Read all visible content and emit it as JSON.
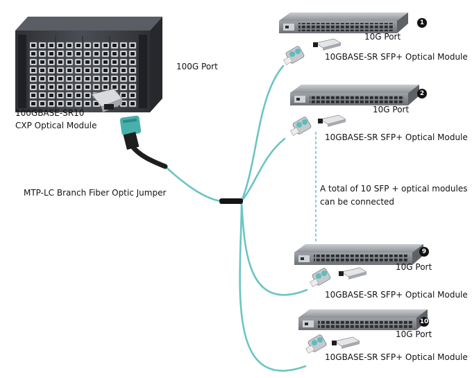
{
  "core_switch": {
    "port_label": "100G Port",
    "module_label_line1": "100GBASE-SR10",
    "module_label_line2": "CXP Optical Module"
  },
  "jumper_label": "MTP-LC Branch Fiber Optic Jumper",
  "note_line1": "A total of 10 SFP + optical modules",
  "note_line2": "can be connected",
  "switches": [
    {
      "badge": "1",
      "port_label": "10G Port",
      "module_label": "10GBASE-SR SFP+ Optical Module"
    },
    {
      "badge": "2",
      "port_label": "10G Port",
      "module_label": "10GBASE-SR SFP+ Optical Module"
    },
    {
      "badge": "9",
      "port_label": "10G Port",
      "module_label": "10GBASE-SR SFP+ Optical Module"
    },
    {
      "badge": "10",
      "port_label": "10G Port",
      "module_label": "10GBASE-SR SFP+ Optical Module"
    }
  ],
  "colors": {
    "fiber": "#6cc4c4",
    "core_chassis": "#3d3f44",
    "switch_body": "#8e9297",
    "badge": "#111111"
  }
}
